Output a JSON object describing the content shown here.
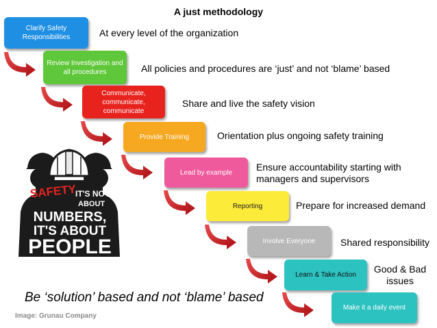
{
  "title": "A just methodology",
  "steps": [
    {
      "label": "Clarify Safety Responsibilities",
      "description": "At every level of the organization",
      "color": "#1f8fe4"
    },
    {
      "label": "Review Investigation and all procedures",
      "description": "All policies and procedures are ‘just’ and not ‘blame’ based",
      "color": "#5fc73a"
    },
    {
      "label": "Communicate, communicate, communicate",
      "description": "Share and live the safety vision",
      "color": "#e8231e"
    },
    {
      "label": "Provide Training",
      "description": "Orientation plus ongoing safety training",
      "color": "#f6a821"
    },
    {
      "label": "Lead by example",
      "description": "Ensure accountability starting with managers and supervisors",
      "color": "#ef5a9c"
    },
    {
      "label": "Reporting",
      "description": "Prepare for increased demand",
      "color": "#fdeb3a"
    },
    {
      "label": "Involve Everyone",
      "description": "Shared responsibility",
      "color": "#b8b8b8"
    },
    {
      "label": "Learn & Take Action",
      "description": "Good & Bad issues",
      "color": "#2cc2c0"
    },
    {
      "label": "Make it a daily event",
      "description": "",
      "color": "#2cc2c0"
    }
  ],
  "slogan": "Be ‘solution’ based and not ‘blame’ based",
  "credit": "Image: Grunau Company",
  "poster": {
    "line1": "SAFETY",
    "line2": "IT'S NOT",
    "line3": "ABOUT",
    "line4": "NUMBERS,",
    "line5": "IT'S ABOUT",
    "line6": "PEOPLE"
  }
}
